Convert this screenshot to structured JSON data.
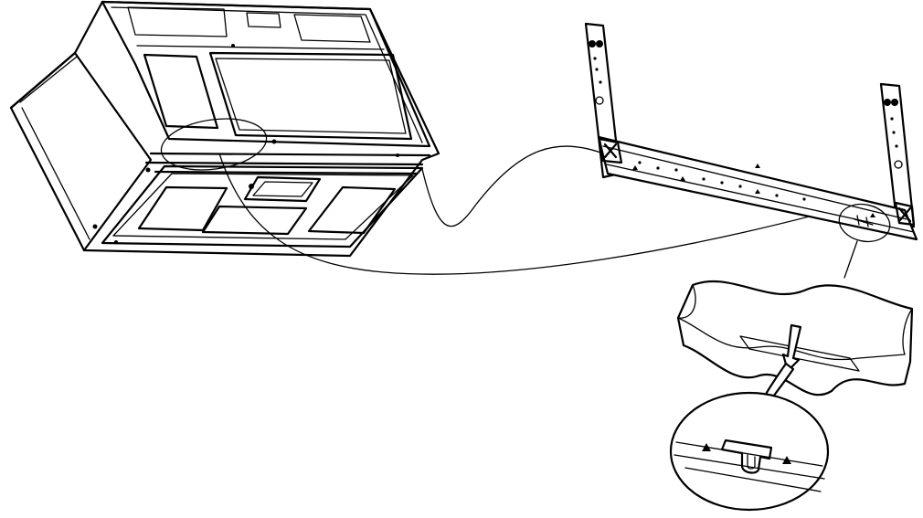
{
  "figure": {
    "type": "installation-diagram",
    "stroke_color": "#000000",
    "background_color": "#ffffff",
    "parts": [
      "microwave-oven-underside",
      "mounting-plate",
      "bottom-tab-detail",
      "notch-detail"
    ]
  }
}
